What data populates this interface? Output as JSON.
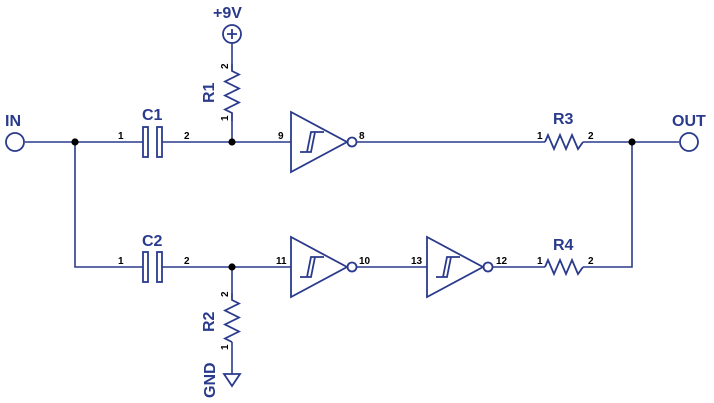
{
  "diagram": {
    "ports": {
      "input": "IN",
      "output": "OUT"
    },
    "supply": {
      "positive": "+9V",
      "ground": "GND"
    },
    "capacitors": {
      "c1": "C1",
      "c2": "C2"
    },
    "resistors": {
      "r1": "R1",
      "r2": "R2",
      "r3": "R3",
      "r4": "R4"
    },
    "pins": {
      "c1_1": "1",
      "c1_2": "2",
      "c2_1": "1",
      "c2_2": "2",
      "r1_1": "1",
      "r1_2": "2",
      "r2_1": "1",
      "r2_2": "2",
      "r3_1": "1",
      "r3_2": "2",
      "r4_1": "1",
      "r4_2": "2",
      "u1_in": "9",
      "u1_out": "8",
      "u2_in": "11",
      "u2_out": "10",
      "u3_in": "13",
      "u3_out": "12"
    },
    "colors": {
      "wire": "#2a3a8c",
      "junction": "#000000",
      "pin_text": "#000000"
    }
  }
}
